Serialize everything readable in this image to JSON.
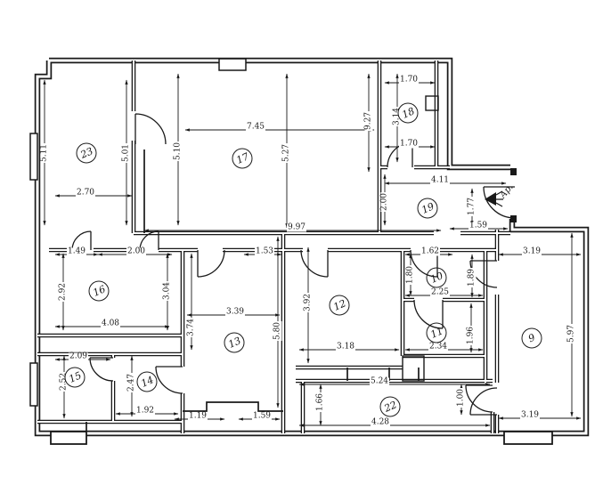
{
  "meta": {
    "kind": "apartment floor plan drawing",
    "style": "scanned black-ink blueprint"
  },
  "colors": {
    "ink": "#191919",
    "paper": "#ffffff"
  },
  "entrance": {
    "label": "Ap.",
    "arrow_icon": "entrance-arrow"
  },
  "rooms": {
    "n9": "9",
    "n10": "10",
    "n11": "11",
    "n12": "12",
    "n13": "13",
    "n14": "14",
    "n15": "15",
    "n16": "16",
    "n17": "17",
    "n18": "18",
    "n19": "19",
    "n22": "22",
    "n23": "23"
  },
  "dims": {
    "room23_left": "5.11",
    "room23_right": "5.01",
    "room23_width": "2.70",
    "room17_left": "5.10",
    "room17_top": "7.45",
    "room17_height": "5.27",
    "room17_right": "9.27",
    "room18_top": "1.70",
    "room18_height": "3.14",
    "room18_bottom": "1.70",
    "room19_top": "4.11",
    "room19_left": "2.00",
    "room19_height": "1.77",
    "hall_right": "1.59",
    "corridor_length": "9.97",
    "room16_top_left": "1.49",
    "room16_top_right": "2.00",
    "room16_left": "2.92",
    "room16_right": "3.04",
    "room16_bottom": "4.08",
    "room13_left_height": "3.74",
    "room13_niche": "1.53",
    "room13_width": "3.39",
    "room13_height": "5.80",
    "room13_bottom_left": "1.19",
    "room13_bottom_right": "1.59",
    "room12_left": "3.92",
    "room12_bottom": "3.18",
    "room10_top": "1.62",
    "room10_left": "1.80",
    "room10_right": "1.89",
    "room10_bottom": "2.25",
    "room11_right": "1.96",
    "room11_bottom": "2.34",
    "room9_top": "3.19",
    "room9_right": "5.97",
    "room9_bottom": "3.19",
    "room15_top": "2.09",
    "room15_left": "2.52",
    "room14_left": "2.47",
    "room14_bottom": "1.92",
    "room22_top": "5.24",
    "room22_left": "1.66",
    "room22_right": "1.00",
    "room22_bottom": "4.28"
  }
}
